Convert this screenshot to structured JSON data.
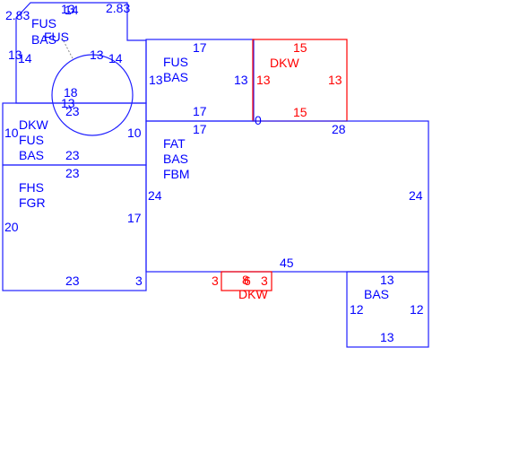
{
  "colors": {
    "area": "#2020ff",
    "deck": "#ff0000"
  },
  "areas": [
    {
      "id": "top-left-wing",
      "color": "area",
      "lines": [
        "FUS",
        "BAS"
      ],
      "overlay_label": "FUS",
      "dims": [
        "2.83",
        "13",
        "14",
        "2.83",
        "13",
        "14",
        "13",
        "14",
        "18",
        "13",
        "23"
      ]
    },
    {
      "id": "top-middle",
      "color": "area",
      "lines": [
        "FUS",
        "BAS"
      ],
      "dims": [
        "17",
        "13",
        "13",
        "17"
      ]
    },
    {
      "id": "top-deck",
      "color": "deck",
      "lines": [
        "DKW"
      ],
      "dims": [
        "15",
        "13",
        "13",
        "15"
      ]
    },
    {
      "id": "left-middle",
      "color": "area",
      "lines": [
        "DKW",
        "FUS",
        "BAS"
      ],
      "dims": [
        "10",
        "10",
        "23"
      ]
    },
    {
      "id": "left-lower",
      "color": "area",
      "lines": [
        "FHS",
        "FGR"
      ],
      "dims": [
        "23",
        "20",
        "17",
        "23",
        "3"
      ]
    },
    {
      "id": "main-block",
      "color": "area",
      "lines": [
        "FAT",
        "BAS",
        "FBM"
      ],
      "dims": [
        "17",
        "0",
        "28",
        "24",
        "24",
        "45"
      ]
    },
    {
      "id": "bottom-deck",
      "color": "deck",
      "lines": [
        "DKW"
      ],
      "dims": [
        "3",
        "8",
        "3",
        "6"
      ]
    },
    {
      "id": "bottom-right",
      "color": "area",
      "lines": [
        "BAS"
      ],
      "dims": [
        "13",
        "12",
        "12",
        "13"
      ]
    }
  ]
}
